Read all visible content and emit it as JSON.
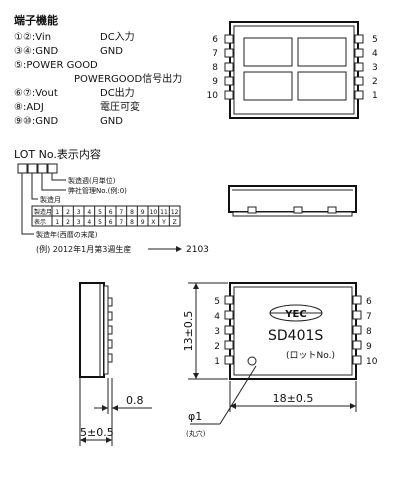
{
  "terminal_functions": {
    "heading": "端子機能",
    "rows": [
      {
        "pins": "①②:Vin",
        "func": "DC入力"
      },
      {
        "pins": "③④:GND",
        "func": "GND"
      },
      {
        "pins": "⑤:POWER GOOD",
        "func": ""
      },
      {
        "pins": "",
        "func": "POWERGOOD信号出力"
      },
      {
        "pins": "⑥⑦:Vout",
        "func": "DC出力"
      },
      {
        "pins": "⑧:ADJ",
        "func": "電圧可変"
      },
      {
        "pins": "⑨⑩:GND",
        "func": "GND"
      }
    ]
  },
  "lot": {
    "title": "LOT No.表示内容",
    "label_week": "製造週(月単位)",
    "label_division": "弊社管理No.(例:0)",
    "label_month": "製造月",
    "label_year": "製造年(西暦の末尾)",
    "table_row1_head": "製造月",
    "table_row2_head": "表示",
    "months": [
      "1",
      "2",
      "3",
      "4",
      "5",
      "6",
      "7",
      "8",
      "9",
      "10",
      "11",
      "12"
    ],
    "codes": [
      "1",
      "2",
      "3",
      "4",
      "5",
      "6",
      "7",
      "8",
      "9",
      "X",
      "Y",
      "Z"
    ],
    "example": "(例) 2012年1月第3週生産",
    "example_code": "2103"
  },
  "top_view": {
    "left_pins": [
      "6",
      "7",
      "8",
      "9",
      "10"
    ],
    "right_pins": [
      "5",
      "4",
      "3",
      "2",
      "1"
    ]
  },
  "front_view": {
    "logo": "YEC",
    "model": "SD401S",
    "lot_label": "(ロットNo.)",
    "left_pins": [
      "5",
      "4",
      "3",
      "2",
      "1"
    ],
    "right_pins": [
      "6",
      "7",
      "8",
      "9",
      "10"
    ],
    "dim_height": "13±0.5",
    "dim_width": "18±0.5",
    "dim_hole": "φ1",
    "dim_hole_note": "(丸穴)"
  },
  "side_view": {
    "dim_pin": "0.8",
    "dim_depth": "5±0.5"
  }
}
